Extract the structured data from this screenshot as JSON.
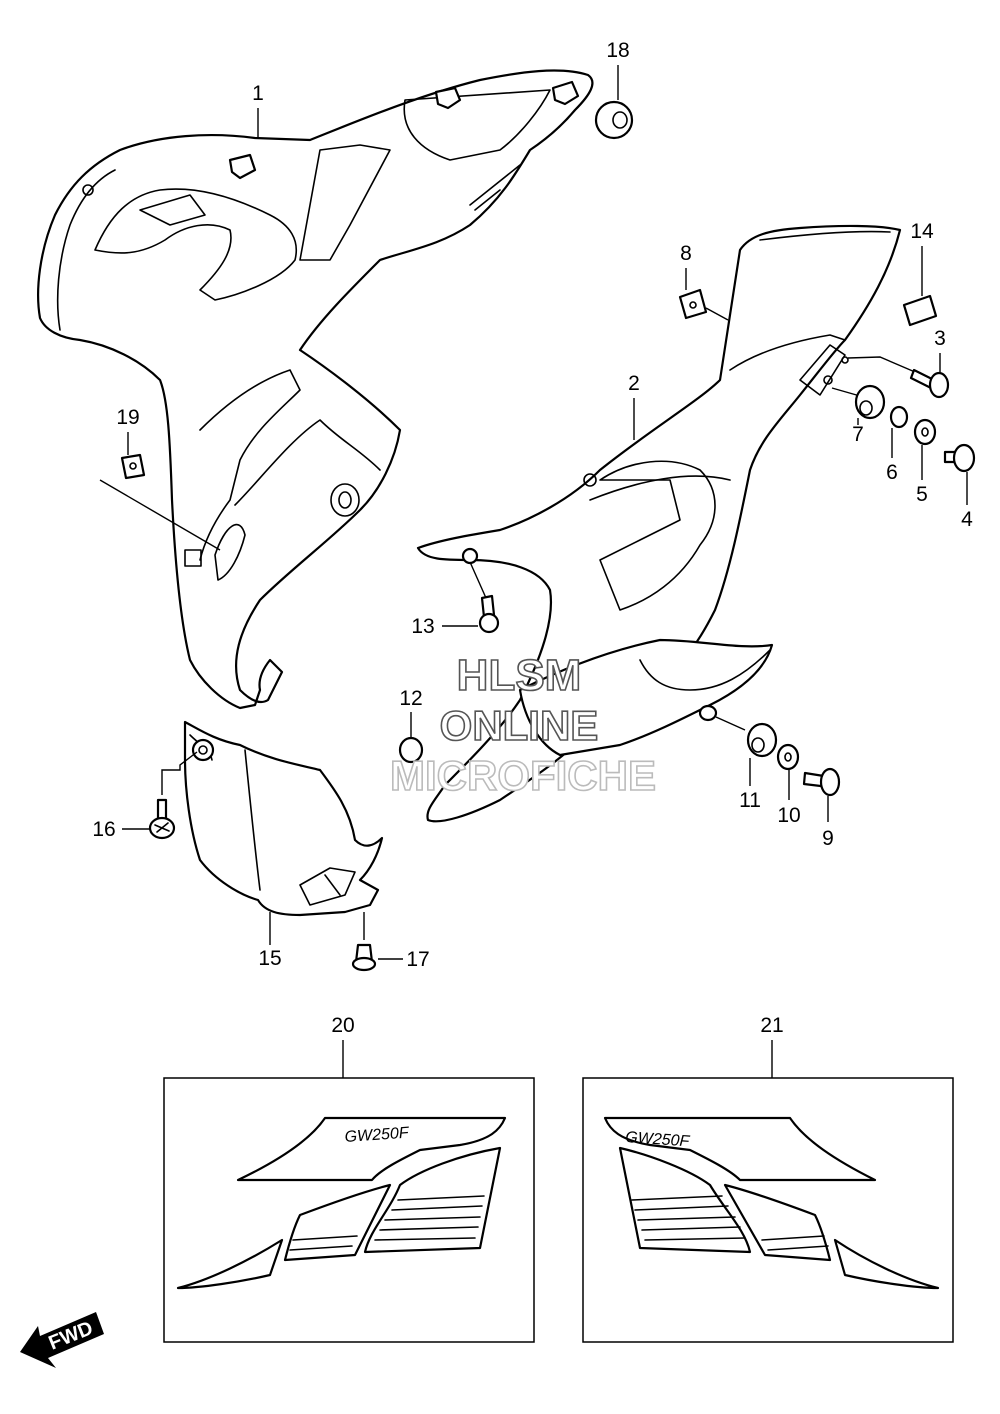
{
  "callouts": [
    "1",
    "2",
    "3",
    "4",
    "5",
    "6",
    "7",
    "8",
    "9",
    "10",
    "11",
    "12",
    "13",
    "14",
    "15",
    "16",
    "17",
    "18",
    "19",
    "20",
    "21"
  ],
  "watermark": {
    "line1": "HLSM",
    "line2": "ONLINE",
    "line3": "MICROFICHE"
  },
  "fwd_label": "FWD",
  "decal_text": "GW250F"
}
